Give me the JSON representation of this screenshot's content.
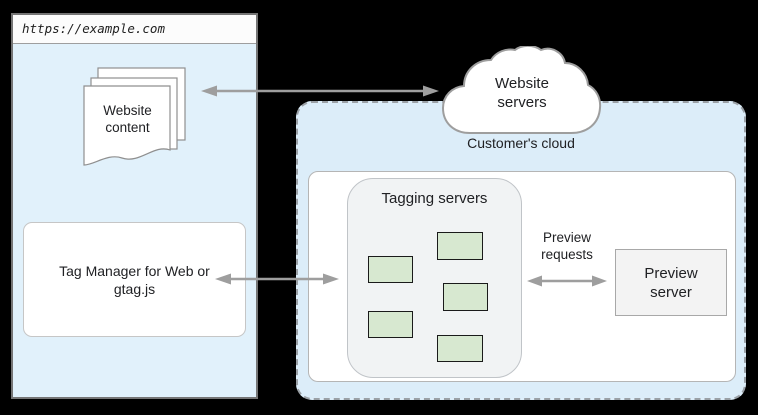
{
  "browser_window": {
    "url": "https://example.com",
    "website_content_label": "Website content",
    "tag_manager_label": "Tag Manager for Web or gtag.js"
  },
  "website_servers": {
    "label": "Website servers"
  },
  "customer_cloud": {
    "label": "Customer's cloud",
    "tagging_servers": {
      "label": "Tagging servers",
      "server_count": 5
    },
    "preview_requests_label": "Preview requests",
    "preview_server_label": "Preview server"
  },
  "colors": {
    "background": "#000000",
    "pane_blue": "#e1f1fb",
    "customer_cloud_blue": "#dcedf9",
    "server_green": "#d7e8d0",
    "panel_gray": "#f1f3f4",
    "preview_box_gray": "#f3f3f3",
    "arrow_gray": "#9e9e9e",
    "text": "#202124"
  }
}
